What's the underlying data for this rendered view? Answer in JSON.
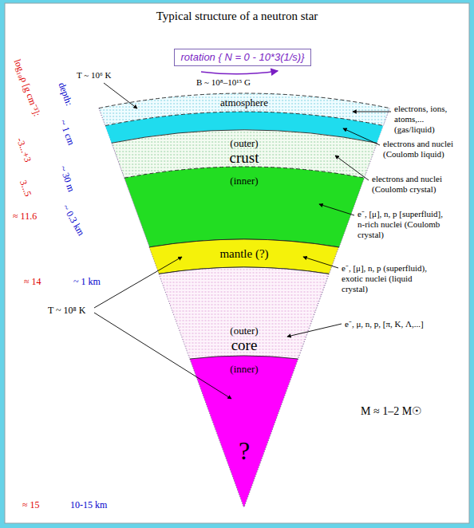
{
  "diagram": {
    "title": "Typical structure of a neutron star",
    "nodes": [
      {
        "text": [
          "rotation { N = 0 - 10*3(1/s)}"
        ]
      },
      {
        "text": [
          "atmosphere"
        ]
      },
      {
        "text": [
          "(outer)",
          "crust",
          "(inner)"
        ]
      },
      {
        "text": [
          "mantle (?)"
        ]
      },
      {
        "text": [
          "(outer)",
          "core",
          "(inner)"
        ]
      },
      {
        "text": [
          "?"
        ],
        "in": 4
      }
    ],
    "labels": [
      "B ~ 10⁸–10¹⁵ G",
      "log₁₀ρ [g cm⁻³]:",
      "depth:",
      "T ~ 10⁶ K",
      "-3...+3",
      "~ 1 cm",
      "electrons, ions, atoms,... (gas/liquid)",
      "electrons and nuclei (Coulomb liquid)",
      "3...5",
      "~ 30 m",
      "electrons and nuclei (Coulomb crystal)",
      "≈ 11.6",
      "~ 0.3 km",
      "e⁻, [μ], n, p [superfluid], n-rich nuclei (Coulomb crystal)",
      "e⁻, [μ], n, p (superfluid), exotic nuclei (liquid crystal)",
      "≈ 14",
      "~ 1 km",
      "T ~ 10⁸ K",
      "e⁻, μ, n, p, [π, K, Λ,...]",
      "M ≈ 1–2 M☉",
      "≈ 15",
      "10-15 km"
    ]
  }
}
